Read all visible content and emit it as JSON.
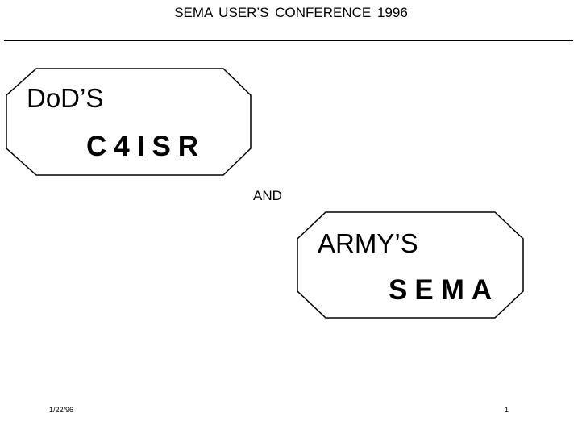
{
  "header": {
    "title": "SEMA  USER’S  CONFERENCE  1996"
  },
  "boxes": {
    "dod": {
      "line1": "DoD’S",
      "line2": "C4ISR"
    },
    "army": {
      "line1": "ARMY’S",
      "line2": "SEMA"
    }
  },
  "connector": {
    "text": "AND"
  },
  "footer": {
    "date": "1/22/96",
    "page": "1"
  },
  "colors": {
    "text": "#000000",
    "background": "#ffffff"
  }
}
